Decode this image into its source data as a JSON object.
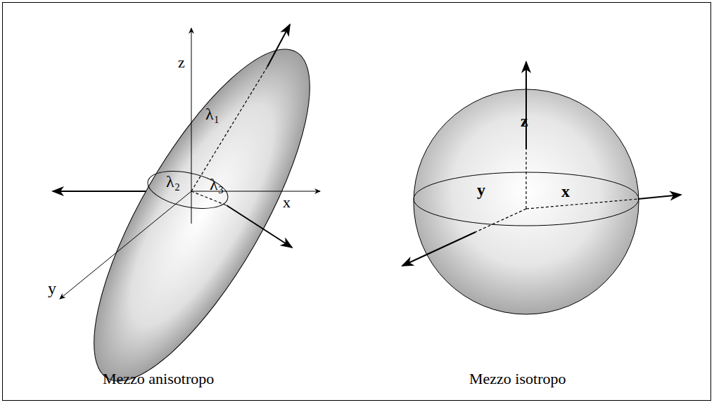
{
  "diagram": {
    "labels": [
      "z",
      "λ₁",
      "λ₂",
      "λ₃",
      "x",
      "y",
      "z",
      "x",
      "y",
      "Mezzo anisotropo",
      "Mezzo isotropo"
    ]
  }
}
